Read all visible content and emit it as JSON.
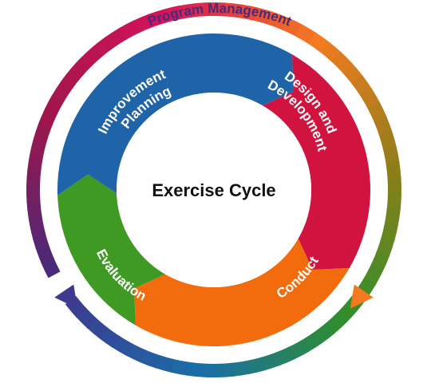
{
  "outer_ring": {
    "label": "Program Management",
    "colors": [
      "#4a2a7a",
      "#a0154a",
      "#d4145a",
      "#f47a20",
      "#8b7f1a",
      "#2f8f2a",
      "#1a6ea8",
      "#3d3a8f"
    ]
  },
  "center": {
    "title": "Exercise Cycle"
  },
  "segments": [
    {
      "name": "improvement-planning",
      "lines": [
        "Improvement",
        "Planning"
      ],
      "color": "#1f64a8"
    },
    {
      "name": "design-and-development",
      "lines": [
        "Design and",
        "Development"
      ],
      "color": "#d0143f"
    },
    {
      "name": "conduct",
      "lines": [
        "Conduct"
      ],
      "color": "#f26c0d"
    },
    {
      "name": "evaluation",
      "lines": [
        "Evaluation"
      ],
      "color": "#3f9a24"
    }
  ]
}
